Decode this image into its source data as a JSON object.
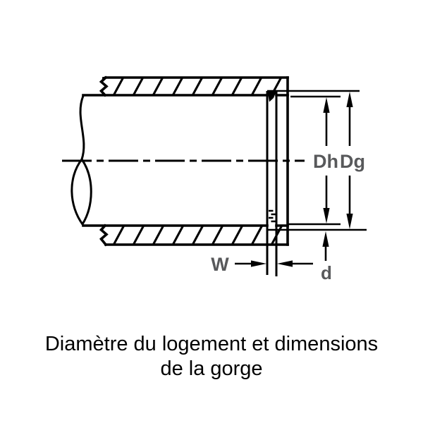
{
  "diagram": {
    "type": "technical-cross-section",
    "subject": "housing bore with retaining ring groove",
    "labels": {
      "housing_bore_diameter": "Dh",
      "groove_diameter": "Dg",
      "groove_width": "W",
      "groove_depth": "d"
    },
    "colors": {
      "line": "#000000",
      "dimension_label": "#58595b",
      "background": "#ffffff"
    }
  },
  "caption": {
    "line1": "Diamètre du logement et dimensions",
    "line2": "de la gorge"
  }
}
